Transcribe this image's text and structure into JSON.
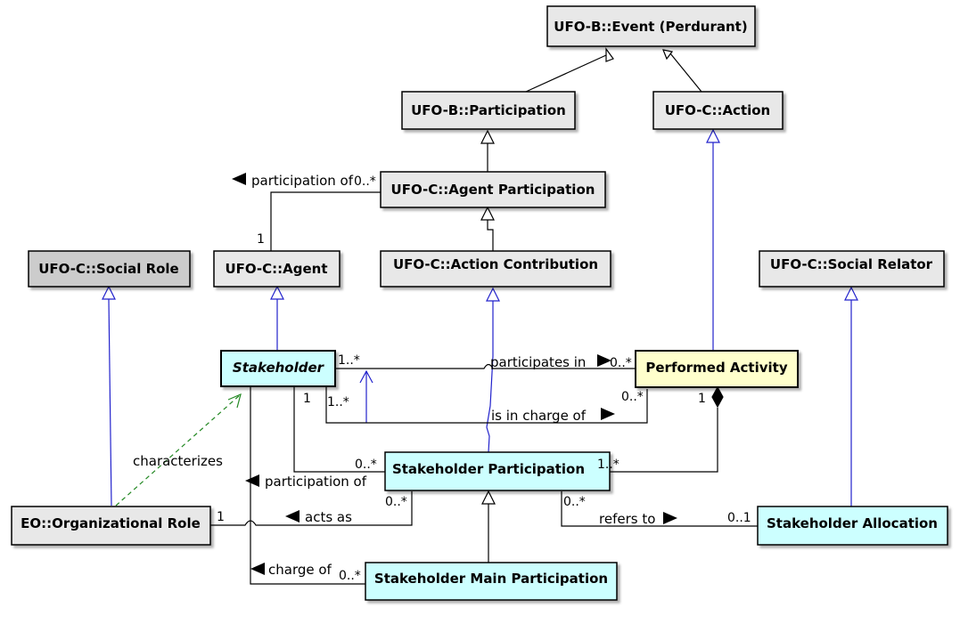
{
  "colors": {
    "ufo_class_fill": "#e8e8e8",
    "social_role_fill": "#cccccc",
    "stakeholder_fill": "#ccffff",
    "activity_fill": "#ffffcc",
    "generalization_line": "#2222cc",
    "characterizes_line": "#228822",
    "line": "#000000"
  },
  "classes": {
    "event": "UFO-B::Event (Perdurant)",
    "participation": "UFO-B::Participation",
    "action": "UFO-C::Action",
    "agent_participation": "UFO-C::Agent Participation",
    "social_role": "UFO-C::Social Role",
    "agent": "UFO-C::Agent",
    "action_contribution": "UFO-C::Action Contribution",
    "social_relator": "UFO-C::Social Relator",
    "stakeholder": "Stakeholder",
    "performed_activity": "Performed Activity",
    "stakeholder_participation": "Stakeholder Participation",
    "organizational_role": "EO::Organizational Role",
    "stakeholder_allocation": "Stakeholder Allocation",
    "stakeholder_main_participation": "Stakeholder Main Participation"
  },
  "associations": {
    "participation_of_top": {
      "label": "participation of",
      "mult_a": "0..*",
      "mult_b": "1"
    },
    "participates_in": {
      "label": "participates in",
      "mult_a": "1..*",
      "mult_b": "0..*"
    },
    "is_in_charge_of": {
      "label": "is in charge of",
      "mult_a": "1..*",
      "mult_b": "0..*"
    },
    "composition": {
      "mult_a": "1",
      "mult_b": "1..*"
    },
    "characterizes": {
      "label": "characterizes"
    },
    "participation_of_bottom": {
      "label": "participation of",
      "mult_a": "1",
      "mult_b": "0..*"
    },
    "acts_as": {
      "label": "acts as",
      "mult_a": "1",
      "mult_b": "0..*"
    },
    "refers_to": {
      "label": "refers to",
      "mult_a": "0..*",
      "mult_b": "0..1"
    },
    "charge_of": {
      "label": "charge of",
      "mult_a": "0..*"
    }
  }
}
